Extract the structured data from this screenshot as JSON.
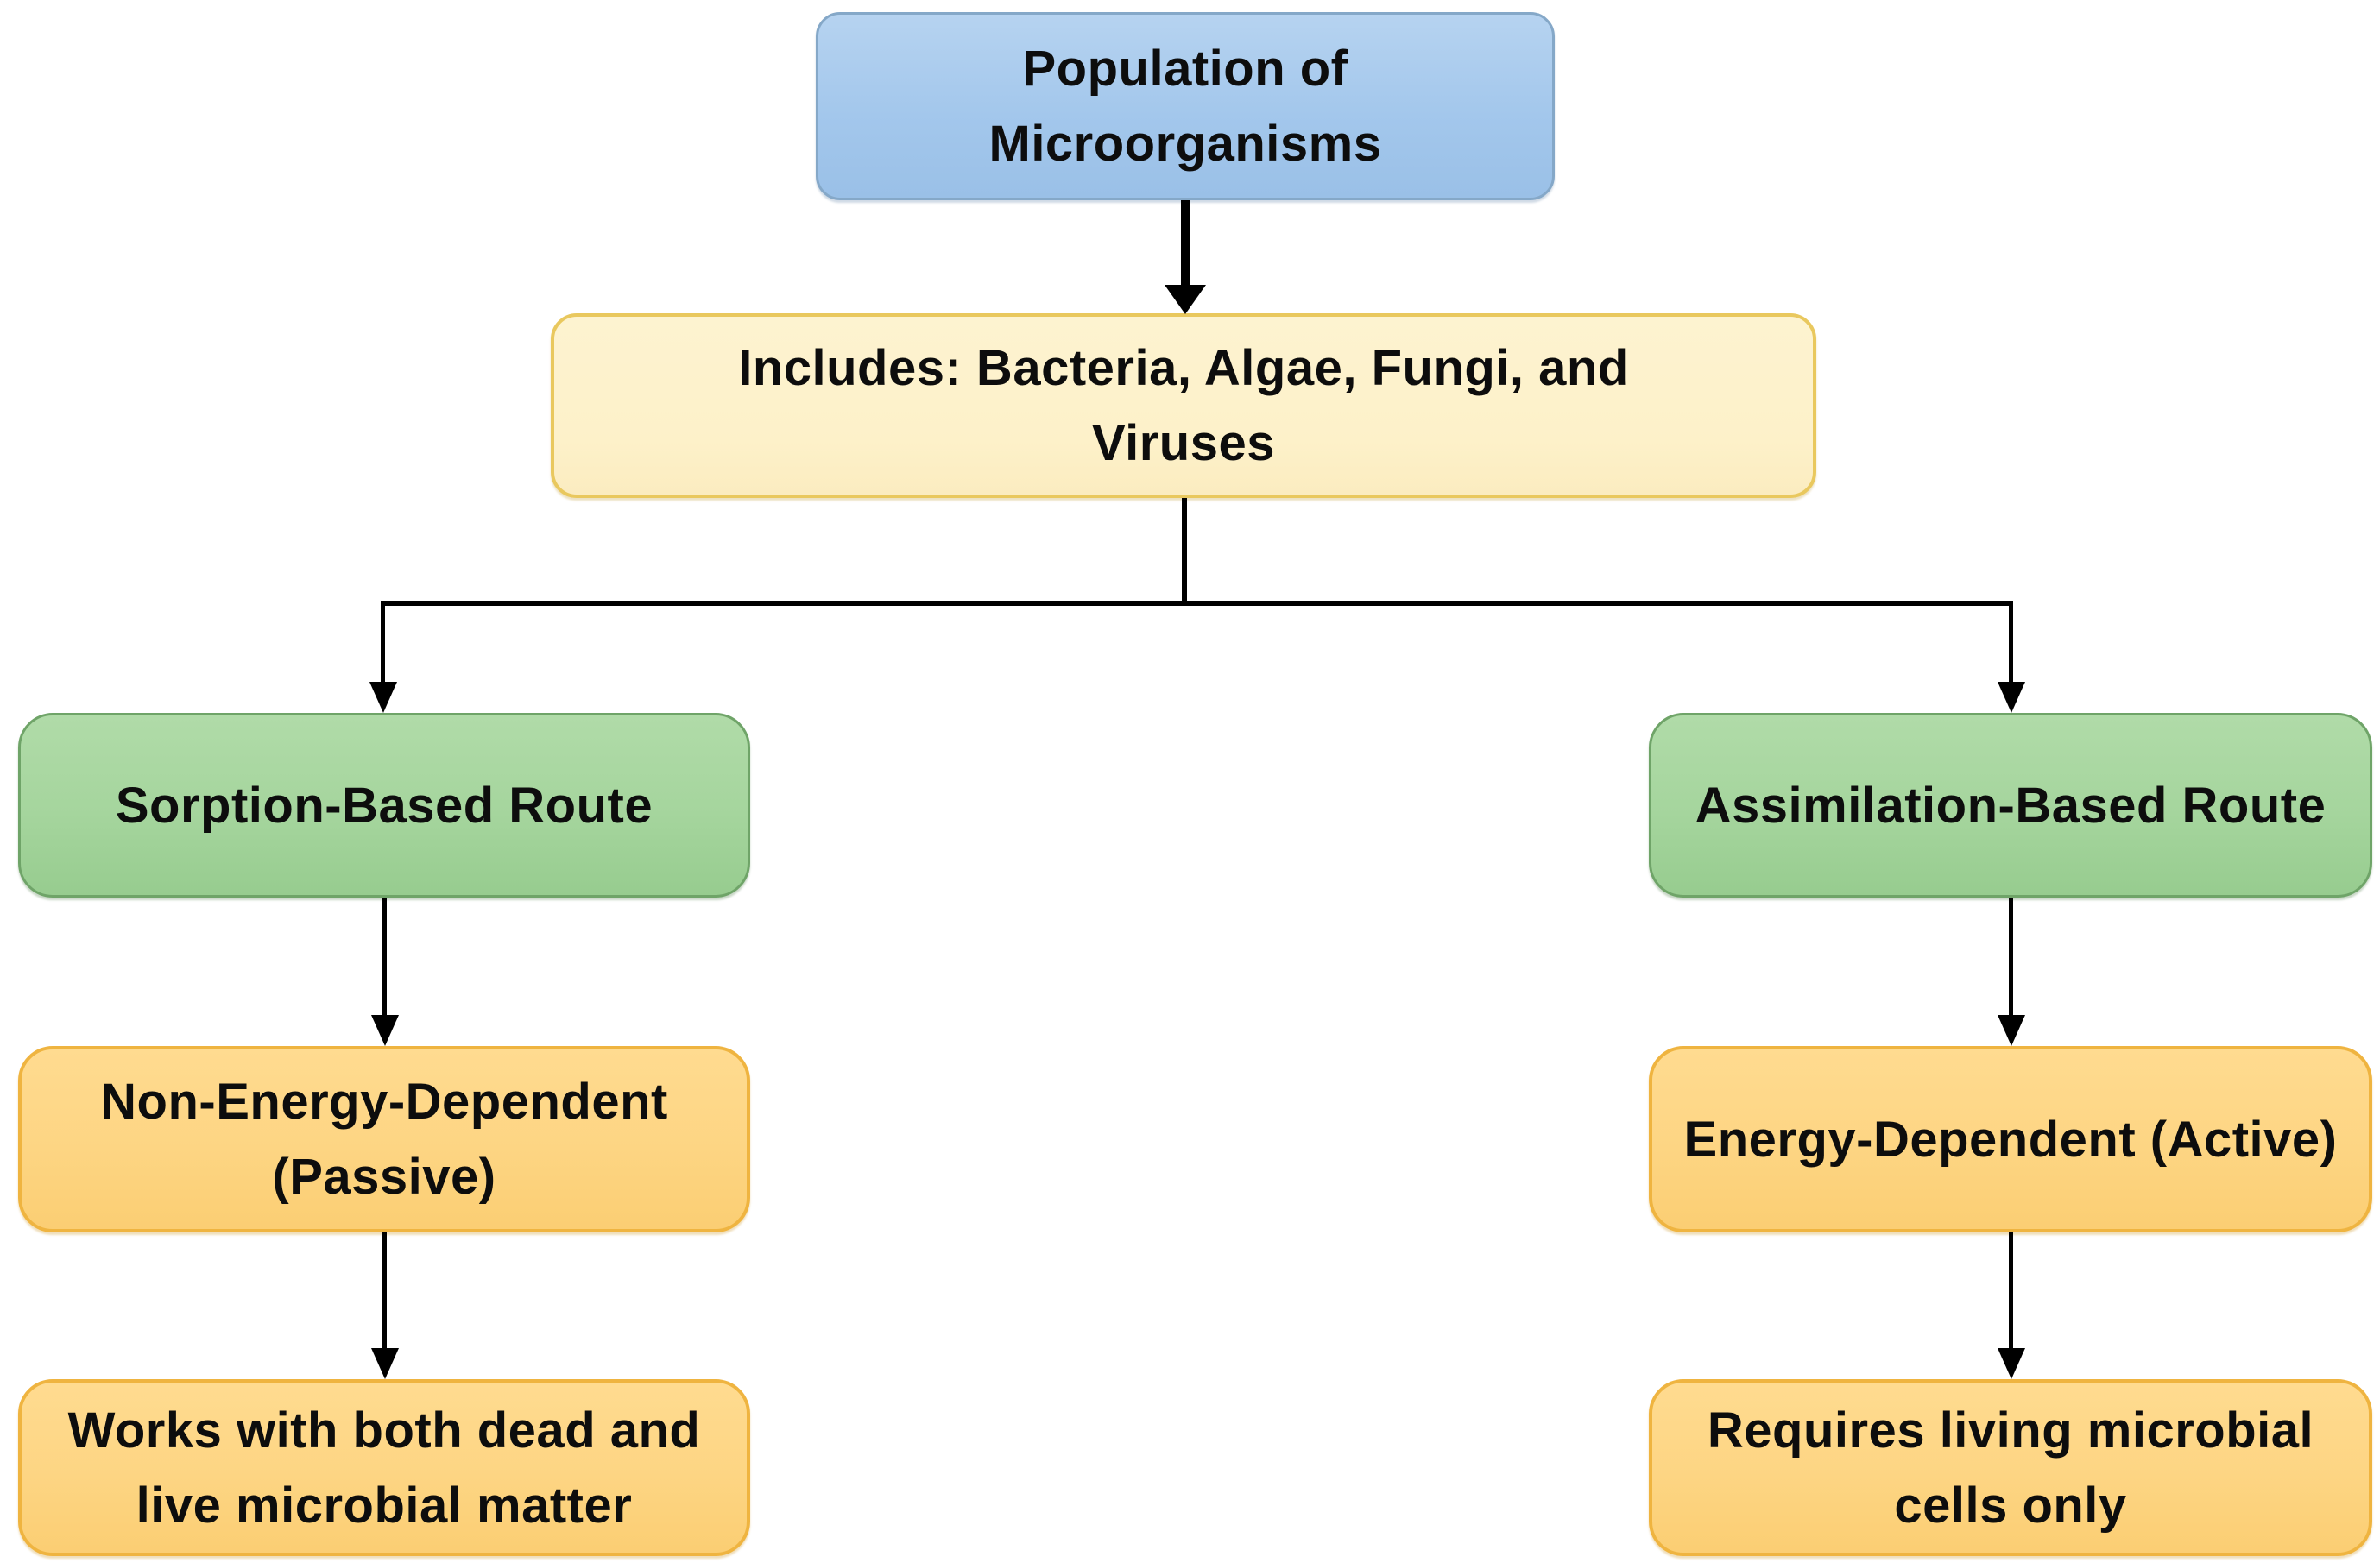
{
  "diagram": {
    "type": "flowchart",
    "background_color": "#ffffff",
    "line_color": "#000000",
    "text_color": "#0d0d0d",
    "nodes": {
      "population": {
        "label": "Population of\nMicroorganisms",
        "fill": "#a3c7ec",
        "border": "#85a8c8",
        "shape": "rounded-rectangle"
      },
      "includes": {
        "label": "Includes: Bacteria, Algae, Fungi, and\nViruses",
        "fill": "#fdf1c9",
        "border": "#e9c85e",
        "shape": "rounded-rectangle"
      },
      "sorption": {
        "label": "Sorption-Based Route",
        "fill": "#a5d59d",
        "border": "#6fa468",
        "shape": "rounded-rectangle"
      },
      "assimilation": {
        "label": "Assimilation-Based Route",
        "fill": "#a5d59d",
        "border": "#6fa468",
        "shape": "rounded-rectangle"
      },
      "passive": {
        "label": "Non-Energy-Dependent\n(Passive)",
        "fill": "#fdd583",
        "border": "#efb440",
        "shape": "rounded-rectangle"
      },
      "active": {
        "label": "Energy-Dependent (Active)",
        "fill": "#fdd583",
        "border": "#efb440",
        "shape": "rounded-rectangle"
      },
      "dead_live": {
        "label": "Works with both dead and\nlive microbial matter",
        "fill": "#fdd583",
        "border": "#efb440",
        "shape": "rounded-rectangle"
      },
      "living_only": {
        "label": "Requires living microbial\ncells only",
        "fill": "#fdd583",
        "border": "#efb440",
        "shape": "rounded-rectangle"
      }
    },
    "edges": [
      {
        "from": "population",
        "to": "includes",
        "style": "thick-arrow"
      },
      {
        "from": "includes",
        "to": "sorption",
        "style": "arrow"
      },
      {
        "from": "includes",
        "to": "assimilation",
        "style": "arrow"
      },
      {
        "from": "sorption",
        "to": "passive",
        "style": "arrow"
      },
      {
        "from": "passive",
        "to": "dead_live",
        "style": "arrow"
      },
      {
        "from": "assimilation",
        "to": "active",
        "style": "arrow"
      },
      {
        "from": "active",
        "to": "living_only",
        "style": "arrow"
      }
    ]
  }
}
